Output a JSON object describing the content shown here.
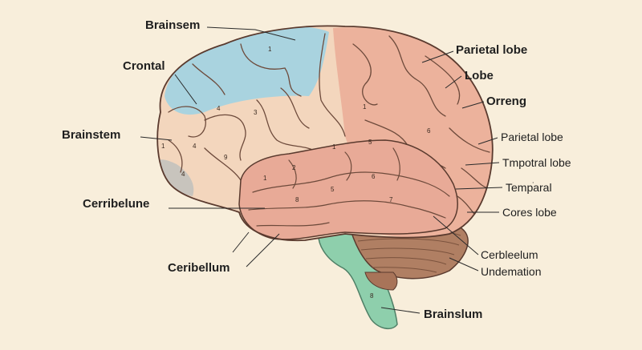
{
  "labels": {
    "brainsem": "Brainsem",
    "crontal": "Crontal",
    "brainstem": "Brainstem",
    "cerribelune": "Cerribelune",
    "ceribellum": "Ceribellum",
    "parietal_lobe_1": "Parietal lobe",
    "lobe": "Lobe",
    "orreng": "Orreng",
    "parietal_lobe_2": "Parietal lobe",
    "tmpotral_lobe": "Tmpotral lobe",
    "temparal": "Tempׄaral",
    "cores_lobe": "Cores lobe",
    "cerbleelum": "Cerbleelum",
    "undemation": "Undemation",
    "brainslum": "Brainslum"
  },
  "region_numbers": [
    "1",
    "4",
    "3",
    "1",
    "4",
    "9",
    "4",
    "1",
    "5",
    "6",
    "2",
    "1",
    "6",
    "5",
    "8",
    "7",
    "1",
    "8"
  ],
  "colors": {
    "background": "#f8eedb",
    "frontal_blue": "#a9d3df",
    "cortex_peach": "#f3d6bd",
    "cortex_pink": "#ecb29c",
    "temporal_pink": "#e8aa97",
    "cerebellum_brown": "#b07f63",
    "brainstem_green": "#8ecfac",
    "outline": "#5a3a2e"
  }
}
